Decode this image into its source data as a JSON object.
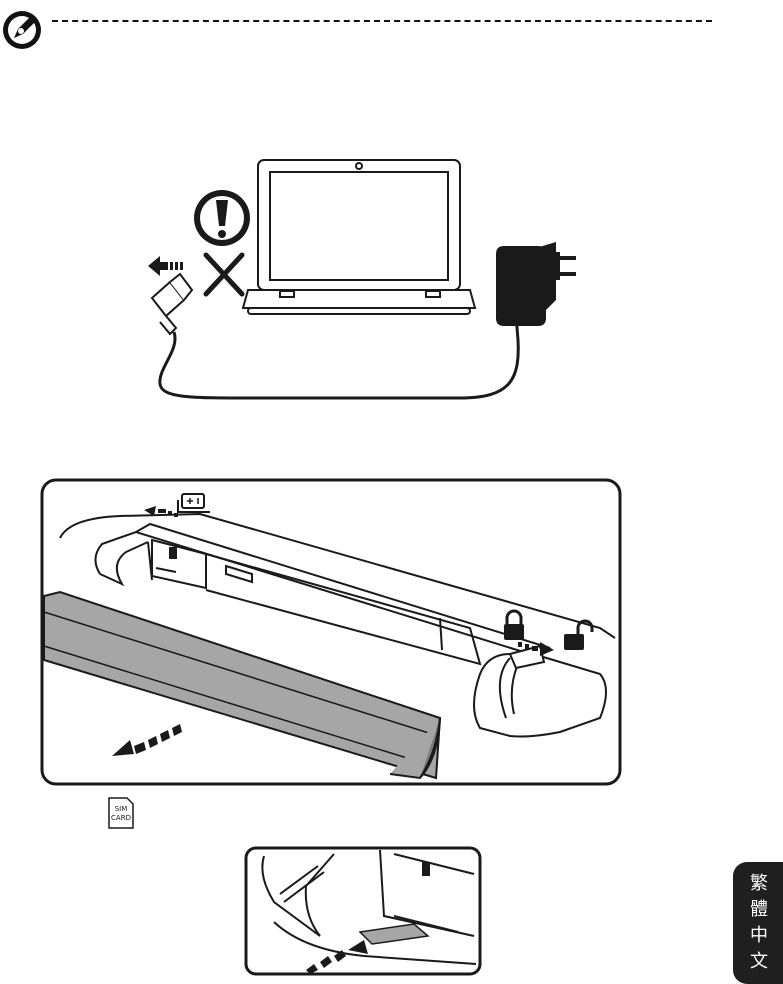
{
  "language_tab": {
    "chars": [
      "繁",
      "體",
      "中",
      "文"
    ],
    "label": "繁體中文"
  },
  "icons": {
    "note": "note-pencil-icon",
    "warning": "exclamation-warning-icon",
    "forbidden": "x-cross-icon",
    "arrow": "direction-arrow-icon",
    "battery_release": "battery-release-icon",
    "lock": "lock-icon",
    "unlock": "unlock-icon",
    "sim": "sim-card-icon"
  },
  "sim_icon": {
    "line1": "SIM",
    "line2": "CARD"
  },
  "colors": {
    "ink": "#1a1a1a",
    "battery_gray": "#a6a6a6",
    "tab_bg": "#1f1f1f"
  }
}
